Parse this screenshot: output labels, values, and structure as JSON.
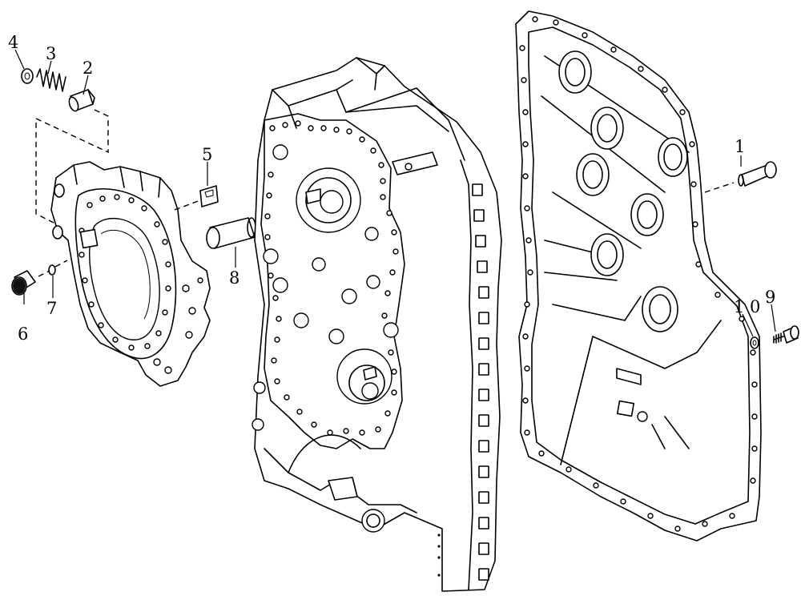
{
  "callouts": {
    "c1": "1",
    "c2": "2",
    "c3": "3",
    "c4": "4",
    "c5": "5",
    "c6": "6",
    "c7": "7",
    "c8": "8",
    "c9": "9",
    "c10a": "1",
    "c10b": "0"
  }
}
